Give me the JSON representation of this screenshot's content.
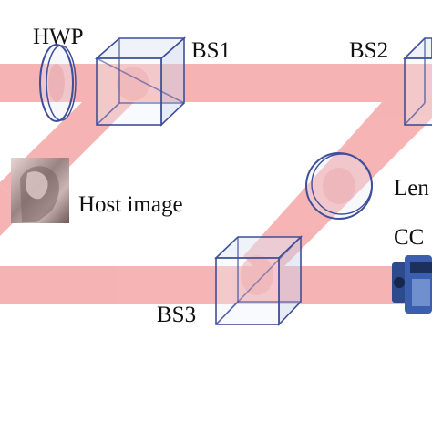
{
  "labels": {
    "hwp": "HWP",
    "bs1": "BS1",
    "bs2": "BS2",
    "bs3": "BS3",
    "host_image": "Host image",
    "lens": "Len",
    "ccd": "CC"
  },
  "colors": {
    "beam": "#f5a3a3",
    "beam_spot": "#ee8a8a",
    "cube_edge": "#3f4f9a",
    "cube_face": "#c9d3ec",
    "optic_edge": "#3f4f9a",
    "optic_fill": "#e6ebf7",
    "camera_body": "#2c4a8c",
    "text": "#111111"
  },
  "icons": {
    "host_image": "grayscale-portrait-thumbnail-icon",
    "ccd": "ccd-camera-icon"
  }
}
